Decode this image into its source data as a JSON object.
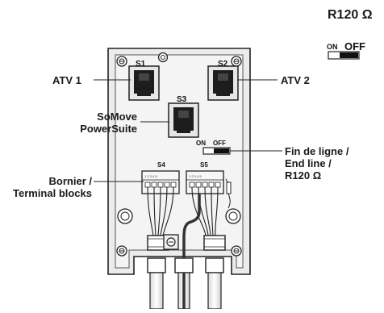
{
  "legend": {
    "title": "R120 Ω",
    "on": "ON",
    "off": "OFF"
  },
  "ports": {
    "s1": "S1",
    "s2": "S2",
    "s3": "S3",
    "s4": "S4",
    "s5": "S5"
  },
  "switch": {
    "on": "ON",
    "off": "OFF"
  },
  "labels": {
    "atv1": "ATV 1",
    "atv2": "ATV 2",
    "somove_line1": "SoMove",
    "somove_line2": "PowerSuite",
    "endline_line1": "Fin de ligne /",
    "endline_line2": "End line /",
    "endline_line3": "R120 Ω",
    "bornier_line1": "Bornier /",
    "bornier_line2": "Terminal blocks"
  }
}
